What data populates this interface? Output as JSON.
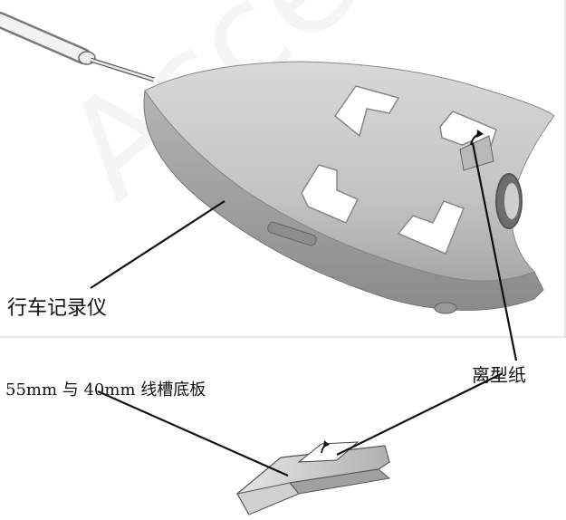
{
  "labels": {
    "dashcam": "行车记录仪",
    "release_liner": "离型纸",
    "mount_plate": "55mm 与 40mm 线槽底板"
  },
  "watermark": "Acce",
  "colors": {
    "device_fill": "#c9c9c9",
    "device_shadow": "#9e9e9e",
    "cutout_fill": "#ffffff",
    "line": "#111111",
    "frame": "#bdbdbd"
  }
}
